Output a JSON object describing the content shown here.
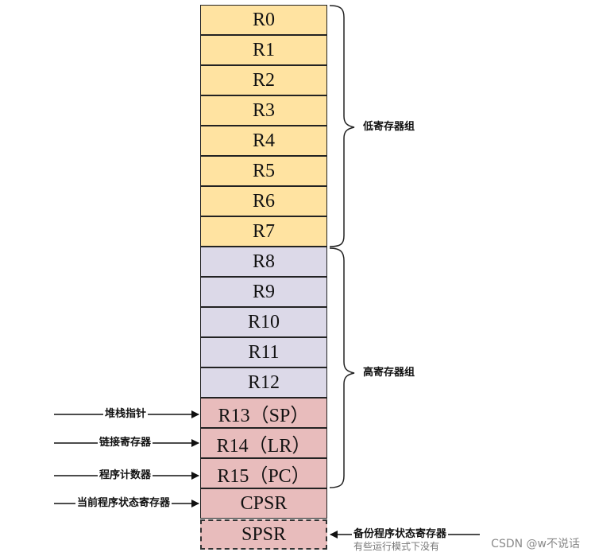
{
  "registers": {
    "low": [
      "R0",
      "R1",
      "R2",
      "R3",
      "R4",
      "R5",
      "R6",
      "R7"
    ],
    "high": [
      "R8",
      "R9",
      "R10",
      "R11",
      "R12"
    ],
    "special": [
      "R13（SP）",
      "R14（LR）",
      "R15（PC）",
      "CPSR"
    ],
    "spsr": "SPSR"
  },
  "groups": {
    "low_label": "低寄存器组",
    "high_label": "高寄存器组"
  },
  "pointers": {
    "sp": "堆栈指针",
    "lr": "链接寄存器",
    "pc": "程序计数器",
    "cpsr": "当前程序状态寄存器",
    "spsr": "备份程序状态寄存器",
    "spsr_note": "有些运行模式下没有"
  },
  "watermark": "CSDN @w不说话",
  "colors": {
    "low": "#ffe3a1",
    "high": "#dcd9e8",
    "special": "#e8bcbc"
  }
}
